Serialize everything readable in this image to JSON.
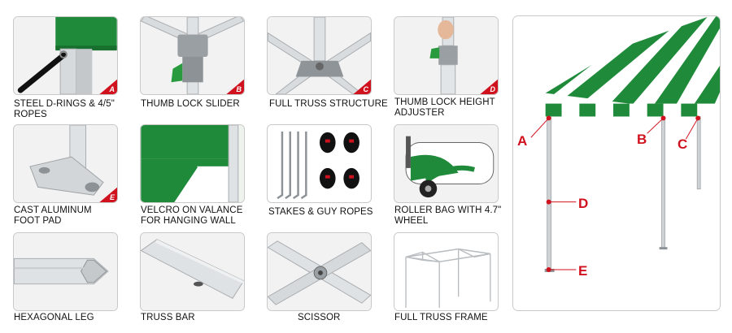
{
  "tiles": [
    {
      "letter": "A",
      "caption_1": "STEEL  D-RINGS & 4/5\"",
      "caption_2": "ROPES"
    },
    {
      "letter": "B",
      "caption_1": "THUMB  LOCK  SLIDER",
      "caption_2": ""
    },
    {
      "letter": "C",
      "caption_1": "FULL TRUSS STRUCTURE",
      "caption_2": ""
    },
    {
      "letter": "D",
      "caption_1": "THUMB LOCK HEIGHT",
      "caption_2": " ADJUSTER"
    },
    {
      "letter": "E",
      "caption_1": "CAST ALUMINUM",
      "caption_2": "FOOT PAD"
    },
    {
      "letter": "",
      "caption_1": "VELCRO ON VALANCE",
      "caption_2": "FOR HANGING WALL"
    },
    {
      "letter": "",
      "caption_1": "STAKES & GUY ROPES",
      "caption_2": ""
    },
    {
      "letter": "",
      "caption_1": "ROLLER BAG WITH 4.7\"",
      "caption_2": "WHEEL"
    },
    {
      "letter": "",
      "caption_1": "HEXAGONAL LEG",
      "caption_2": ""
    },
    {
      "letter": "",
      "caption_1": "TRUSS BAR",
      "caption_2": ""
    },
    {
      "letter": "",
      "caption_1": "SCISSOR",
      "caption_2": ""
    },
    {
      "letter": "",
      "caption_1": "FULL TRUSS FRAME",
      "caption_2": ""
    }
  ],
  "tent_labels": {
    "a": "A",
    "b": "B",
    "c": "C",
    "d": "D",
    "e": "E"
  },
  "colors": {
    "accent_red": "#d0121e",
    "canopy_green": "#1f8a3a",
    "frame_gray": "#cfd3d6"
  }
}
